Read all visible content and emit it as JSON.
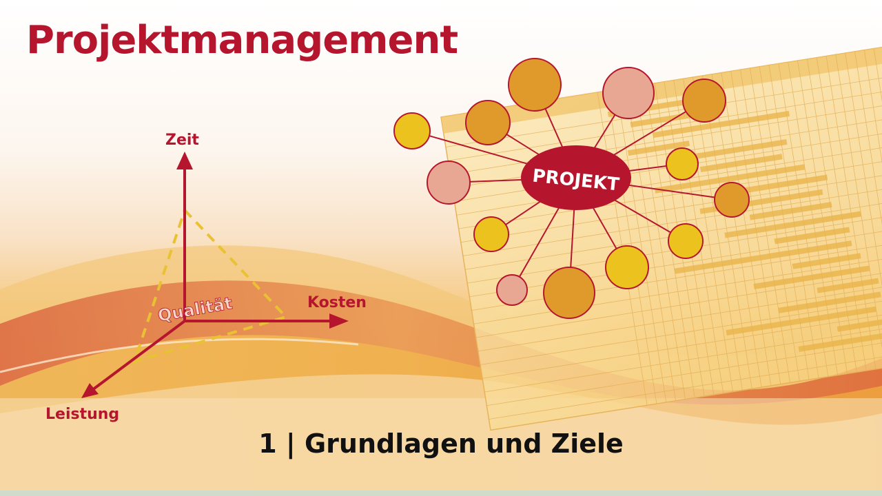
{
  "slide": {
    "title": "Projektmanagement",
    "subtitle": "1 | Grundlagen und Ziele"
  },
  "triangle": {
    "axes": {
      "up": "Zeit",
      "right": "Kosten",
      "down_left": "Leistung"
    },
    "center_label": "Qualität"
  },
  "project_map": {
    "center_label": "PROJEKT",
    "nodes": [
      {
        "kind": "light-yellow"
      },
      {
        "kind": "orange"
      },
      {
        "kind": "orange"
      },
      {
        "kind": "salmon"
      },
      {
        "kind": "orange"
      },
      {
        "kind": "salmon"
      },
      {
        "kind": "light-yellow"
      },
      {
        "kind": "orange"
      },
      {
        "kind": "light-yellow"
      },
      {
        "kind": "light-yellow"
      },
      {
        "kind": "light-yellow"
      },
      {
        "kind": "orange"
      },
      {
        "kind": "salmon"
      }
    ]
  },
  "colors": {
    "brand_red": "#b5162e",
    "orange": "#e09a2c",
    "light_yellow": "#ecc31e",
    "salmon": "#e8a792",
    "dashed": "#e9c234"
  }
}
